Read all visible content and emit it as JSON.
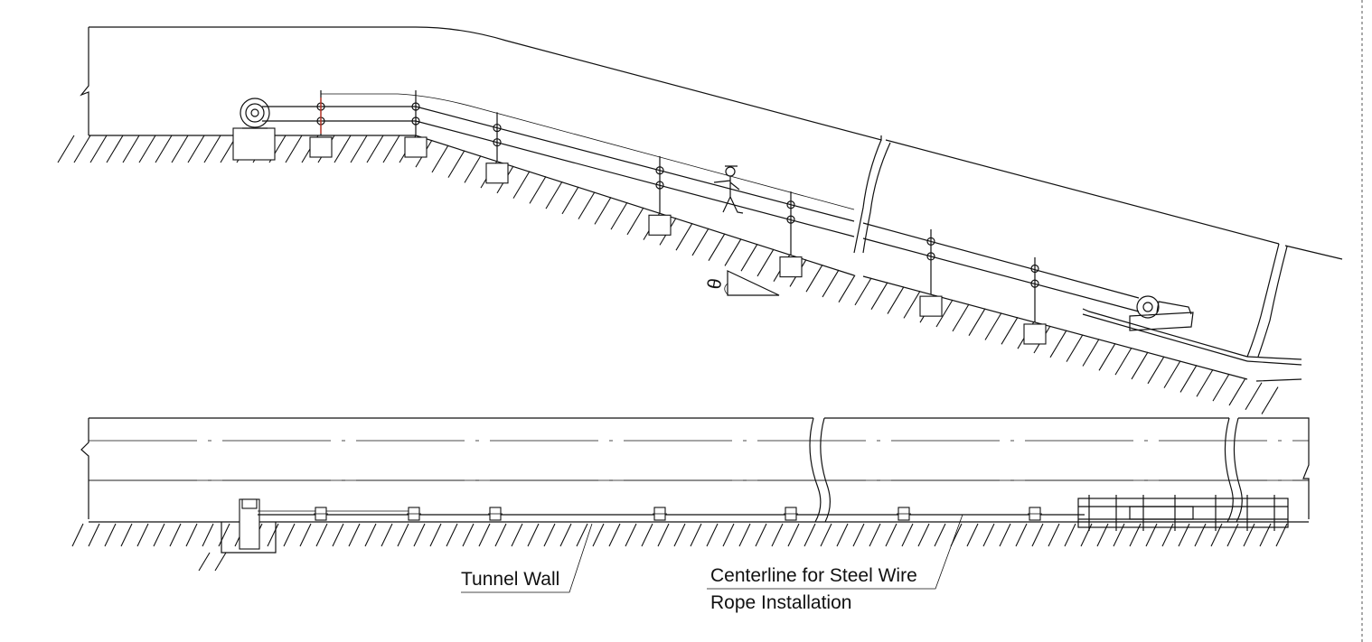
{
  "labels": {
    "tunnel_wall": "Tunnel Wall",
    "centerline_line1": "Centerline for Steel Wire",
    "centerline_line2": "Rope Installation"
  },
  "slope_symbol": "θ",
  "colors": {
    "line": "#111111",
    "accent": "#c0392b",
    "border": "#555555"
  }
}
